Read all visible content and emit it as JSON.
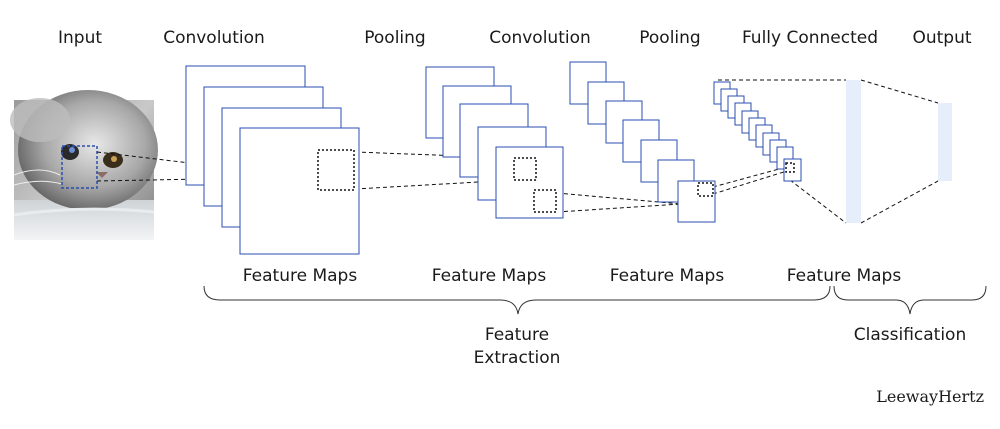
{
  "stages": {
    "input": "Input",
    "conv1": "Convolution",
    "pool1": "Pooling",
    "conv2": "Convolution",
    "pool2": "Pooling",
    "fc": "Fully Connected",
    "output": "Output"
  },
  "feature_maps": {
    "fm1": "Feature Maps",
    "fm2": "Feature Maps",
    "fm3": "Feature Maps",
    "fm4": "Feature Maps"
  },
  "groups": {
    "extraction_line1": "Feature",
    "extraction_line2": "Extraction",
    "classification": "Classification"
  },
  "brand": "LeewayHertz",
  "colors": {
    "map_stroke": "#2a4fb0",
    "receptive_field": "#2a4fb0",
    "fc_bar": "#e6eefb"
  },
  "images": {
    "input_image": "cat-photo"
  }
}
